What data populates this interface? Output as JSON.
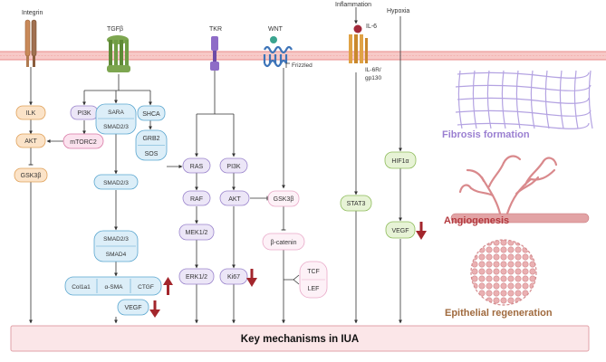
{
  "receptors": {
    "integrin": "Integrin",
    "tgfb": "TGFβ",
    "tkr": "TKR",
    "wnt": "WNT",
    "frizzled": "Frizzled",
    "inflammation": "Inflammation",
    "il6": "IL-6",
    "il6r_line1": "IL-6R/",
    "il6r_line2": "gp130",
    "hypoxia": "Hypoxia"
  },
  "nodes": {
    "ilk": "ILK",
    "akt_left": "AKT",
    "gsk3b_left": "GSK3β",
    "pi3k_tgf": "PI3K",
    "mtorc2": "mTORC2",
    "sara": "SARA",
    "smad23_top": "SMAD2/3",
    "shca": "SHCA",
    "grb2": "GRB2",
    "sos": "SOS",
    "smad23_mid": "SMAD2/3",
    "smad23_low": "SMAD2/3",
    "smad4": "SMAD4",
    "col1a1": "Col1a1",
    "asma": "α-SMA",
    "ctgf": "CTGF",
    "vegf_tgf": "VEGF",
    "ras": "RAS",
    "raf": "RAF",
    "mek": "MEK1/2",
    "erk": "ERK1/2",
    "pi3k_tkr": "PI3K",
    "akt_tkr": "AKT",
    "ki67": "Ki67",
    "gsk3b_wnt": "GSK3β",
    "bcatenin": "β-catenin",
    "tcf": "TCF",
    "lef": "LEF",
    "stat3": "STAT3",
    "hif1a": "HIF1α",
    "vegf_hif": "VEGF"
  },
  "outcomes": {
    "fibrosis": "Fibrosis formation",
    "angiogenesis": "Angiogenesis",
    "epithelial": "Epithelial regeneration"
  },
  "banner": "Key mechanisms in IUA",
  "colors": {
    "membrane": "#f4b7b5",
    "membrane_line": "#e88a88",
    "orange_fill": "#fbe3c8",
    "orange_stroke": "#e0a15a",
    "purple_fill": "#ece6f7",
    "purple_stroke": "#9a84cc",
    "blue_fill": "#dceef8",
    "blue_stroke": "#5aa6cf",
    "pink_fill": "#fbe2ee",
    "pink_stroke": "#d97aa6",
    "green_fill": "#e7f3d6",
    "green_stroke": "#8dbb5a",
    "teal_fill": "#d9f0ea",
    "teal_stroke": "#58b09a",
    "fibrosis_text": "#9a7fd1",
    "angio_text": "#b3393e",
    "epi_text": "#a06a3e",
    "banner_fill": "#fbe6e8",
    "banner_stroke": "#e2a2a8",
    "up_down_arrow": "#a3262c"
  }
}
